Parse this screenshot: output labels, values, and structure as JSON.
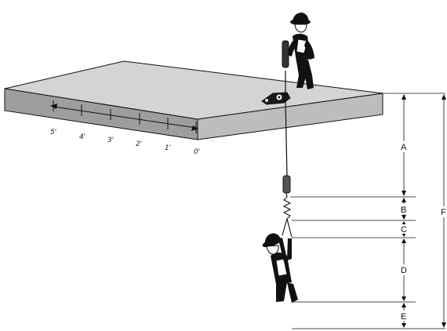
{
  "diagram": {
    "scale_labels": [
      "5'",
      "4'",
      "3'",
      "2'",
      "1'",
      "0'"
    ],
    "dimension_labels": [
      "A",
      "B",
      "C",
      "D",
      "E",
      "F"
    ],
    "colors": {
      "ink": "#111111",
      "slab_top": "#d4d4d4",
      "slab_edge": "#9e9e9e",
      "paper": "#ffffff"
    },
    "figures": [
      "worker-standing-on-roof",
      "worker-suspended-after-fall"
    ],
    "equipment": [
      "anchor-device",
      "self-retracting-lifeline",
      "energy-absorber"
    ]
  }
}
